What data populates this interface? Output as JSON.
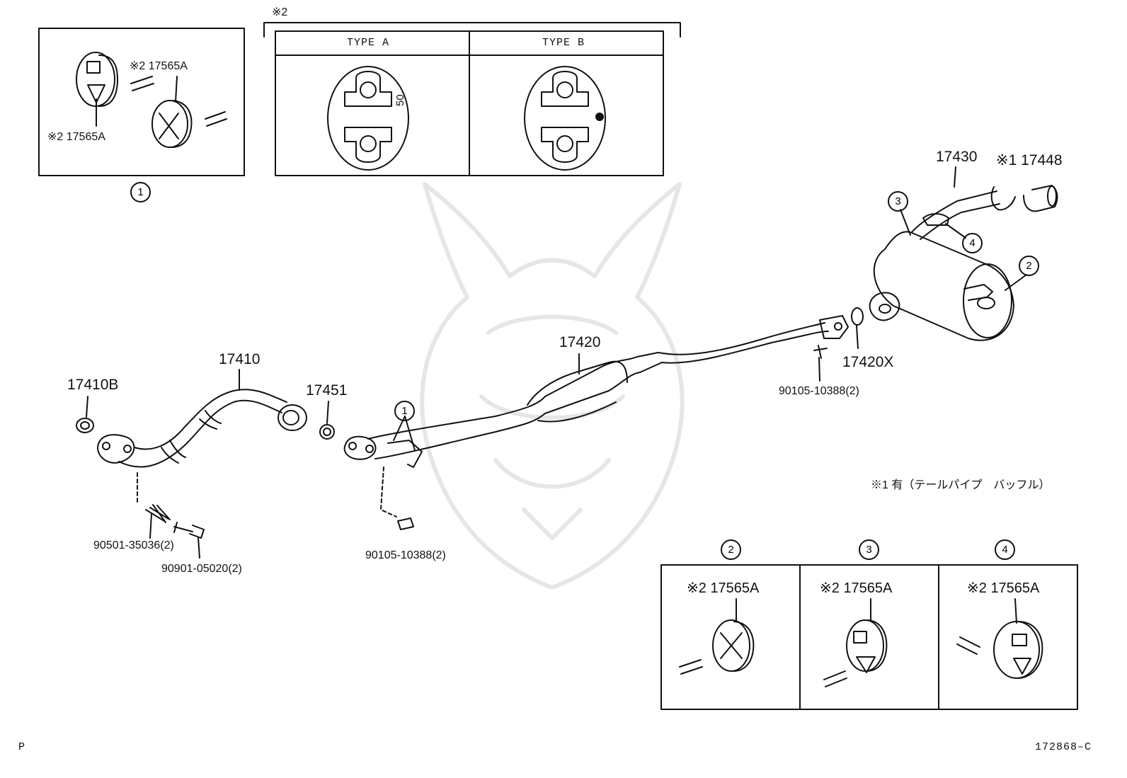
{
  "type_panel": {
    "note": "※2",
    "type_a": "TYPE A",
    "type_b": "TYPE B",
    "mark_50": "50"
  },
  "hanger_box_1": {
    "label_top": "※2 17565A",
    "label_bottom": "※2  17565A",
    "callout": "1"
  },
  "parts": {
    "p17410B": "17410B",
    "p17410": "17410",
    "p17451": "17451",
    "p17420": "17420",
    "p17420X": "17420X",
    "p17430": "17430",
    "p17448": "※1 17448",
    "bolt_90105_right": "90105-10388(2)",
    "bolt_90105_left": "90105-10388(2)",
    "spring_90501": "90501-35036(2)",
    "bolt_90901": "90901-05020(2)"
  },
  "callouts": {
    "c1": "1",
    "c2": "2",
    "c3": "3",
    "c4": "4"
  },
  "note1": "※1  有（テールパイプ　バッフル）",
  "detail_panels": [
    {
      "callout": "2",
      "label": "※2  17565A"
    },
    {
      "callout": "3",
      "label": "※2  17565A"
    },
    {
      "callout": "4",
      "label": "※2  17565A"
    }
  ],
  "footer": {
    "left": "P",
    "right": "172868–C"
  }
}
